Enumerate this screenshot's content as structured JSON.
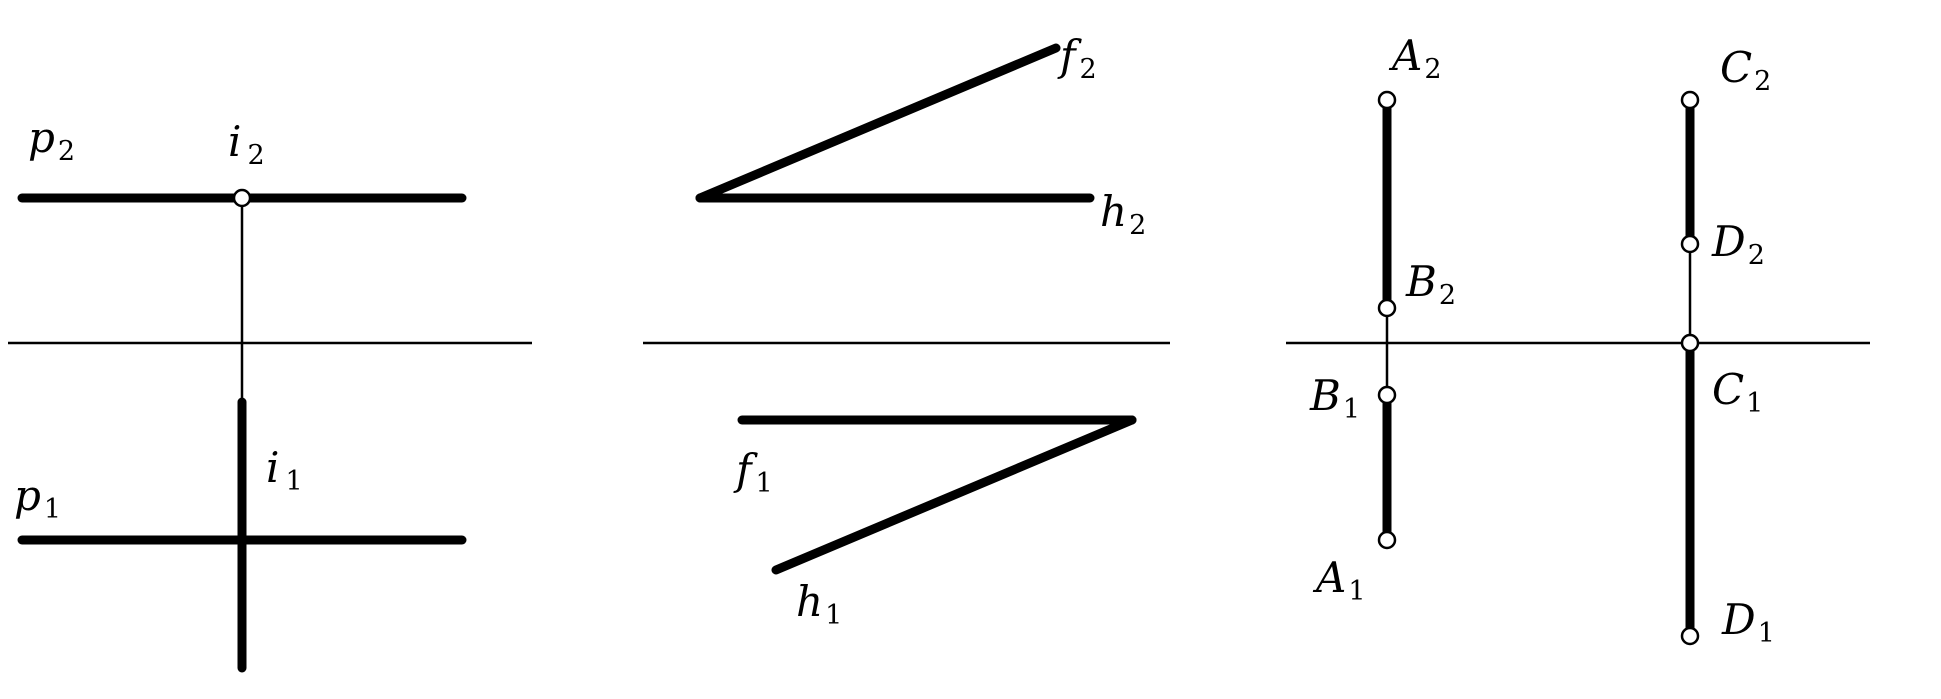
{
  "panel_left": {
    "labels": {
      "p2": {
        "main": "p",
        "sub": "2"
      },
      "i2": {
        "main": "i",
        "sub": "2"
      },
      "i1": {
        "main": "i",
        "sub": "1"
      },
      "p1": {
        "main": "p",
        "sub": "1"
      }
    }
  },
  "panel_middle": {
    "labels": {
      "f2": {
        "main": "f",
        "sub": "2"
      },
      "h2": {
        "main": "h",
        "sub": "2"
      },
      "f1": {
        "main": "f",
        "sub": "1"
      },
      "h1": {
        "main": "h",
        "sub": "1"
      }
    }
  },
  "panel_right": {
    "labels": {
      "A2": {
        "main": "A",
        "sub": "2"
      },
      "B2": {
        "main": "B",
        "sub": "2"
      },
      "B1": {
        "main": "B",
        "sub": "1"
      },
      "A1": {
        "main": "A",
        "sub": "1"
      },
      "C2": {
        "main": "C",
        "sub": "2"
      },
      "D2": {
        "main": "D",
        "sub": "2"
      },
      "C1": {
        "main": "C",
        "sub": "1"
      },
      "D1": {
        "main": "D",
        "sub": "1"
      }
    }
  }
}
